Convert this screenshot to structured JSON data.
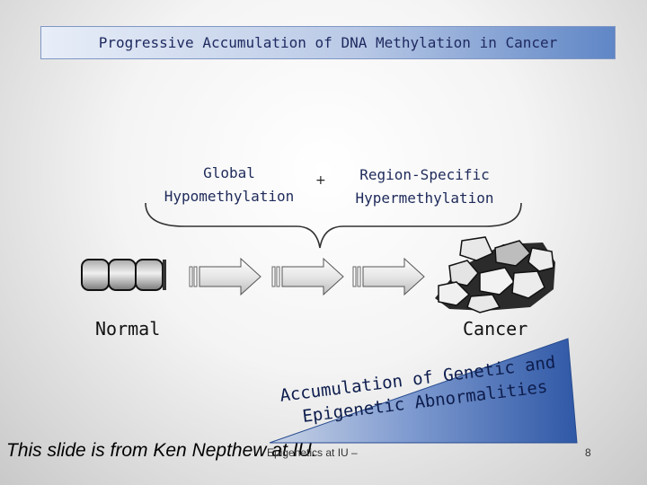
{
  "title": "Progressive Accumulation of DNA Methylation in Cancer",
  "labels": {
    "hypo_line1": "Global",
    "hypo_line2": "Hypomethylation",
    "plus": "+",
    "hyper_line1": "Region-Specific",
    "hyper_line2": "Hypermethylation",
    "normal": "Normal",
    "cancer": "Cancer"
  },
  "wedge": {
    "line1": "Accumulation of Genetic and",
    "line2": "Epigenetic Abnormalities",
    "color": "#3b63ad"
  },
  "credit": "This slide is from Ken Nepthew at IU.",
  "footer": "Epigenetics at IU –",
  "slide_number": "8",
  "colors": {
    "banner": "#5f86c6",
    "title_text": "#1f2a60",
    "cancer_cell_dark": "#2b2b2b",
    "cancer_cell_light": "#e6e6e6"
  }
}
